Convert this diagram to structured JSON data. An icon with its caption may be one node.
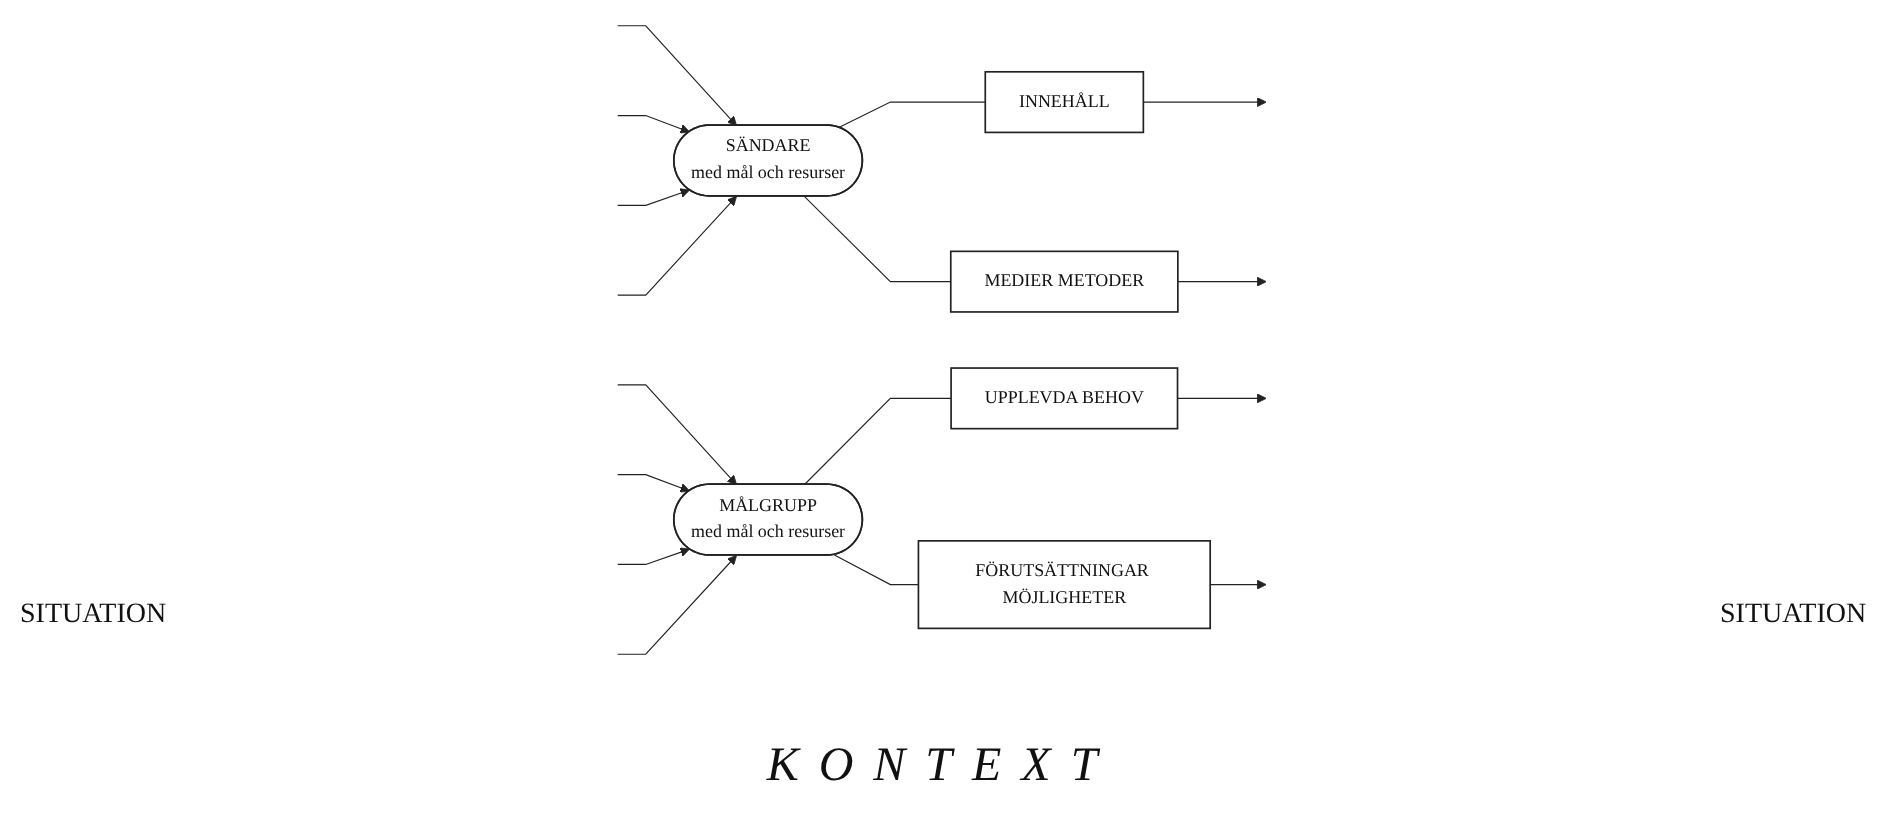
{
  "diagram": {
    "nodes": [
      {
        "text": [
          "SÄNDARE",
          "med mål och resurser"
        ]
      },
      {
        "text": [
          "INNEHÅLL"
        ]
      },
      {
        "text": [
          "UPPLEVDA BEHOV"
        ]
      },
      {
        "text": [
          "MÅLGRUPP",
          "med mål och resurser"
        ]
      },
      {
        "text": [
          "MEDIER METODER"
        ]
      },
      {
        "text": [
          "FÖRUTSÄTTNINGAR MÖJLIGHETER"
        ]
      }
    ],
    "edges": [
      {
        "from": 0,
        "to": 1,
        "arrow": "none"
      },
      {
        "from": 1,
        "to": null,
        "arrow": "to"
      },
      {
        "from": 2,
        "to": null,
        "arrow": "to"
      },
      {
        "from": 3,
        "to": 2,
        "arrow": "none"
      },
      {
        "from": 0,
        "to": 4,
        "arrow": "none"
      },
      {
        "from": 4,
        "to": null,
        "arrow": "to"
      },
      {
        "from": 5,
        "to": null,
        "arrow": "to"
      },
      {
        "from": 3,
        "to": 5,
        "arrow": "none"
      },
      {
        "from": null,
        "to": 0,
        "arrow": "to"
      },
      {
        "from": null,
        "to": 0,
        "arrow": "to"
      },
      {
        "from": null,
        "to": 0,
        "arrow": "to"
      },
      {
        "from": null,
        "to": 0,
        "arrow": "to"
      },
      {
        "from": null,
        "to": 3,
        "arrow": "to"
      },
      {
        "from": null,
        "to": 3,
        "arrow": "to"
      },
      {
        "from": null,
        "to": 3,
        "arrow": "to"
      },
      {
        "from": null,
        "to": 3,
        "arrow": "to"
      }
    ],
    "labels": [
      "SITUATION",
      "SITUATION",
      "KONTEXT"
    ]
  }
}
